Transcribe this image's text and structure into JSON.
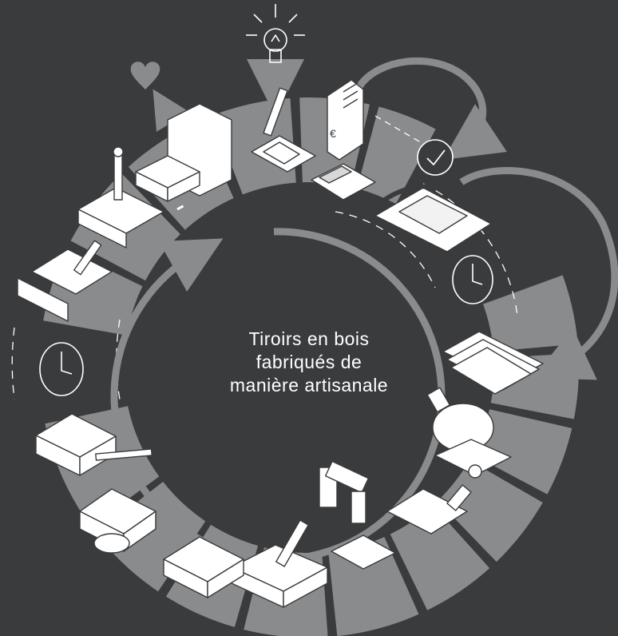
{
  "diagram": {
    "title_lines": [
      "Tiroirs en bois",
      "fabriqués de",
      "manière artisanale"
    ],
    "colors": {
      "background": "#3a3b3d",
      "segment": "#8a8b8c",
      "icon_fill": "#ffffff",
      "icon_stroke": "#3a3b3d",
      "arrow": "#8a8b8c",
      "dashes": "#ffffff"
    },
    "steps": [
      {
        "id": "idea",
        "icon": "lightbulb-icon"
      },
      {
        "id": "design",
        "icon": "drawing-plan-icon"
      },
      {
        "id": "quote",
        "icon": "price-document-icon"
      },
      {
        "id": "approval",
        "icon": "checkmark-icon"
      },
      {
        "id": "order",
        "icon": "telephone-icon"
      },
      {
        "id": "waiting",
        "icon": "clock-icon"
      },
      {
        "id": "material",
        "icon": "wood-planks-icon"
      },
      {
        "id": "sawing",
        "icon": "circular-saw-icon"
      },
      {
        "id": "milling",
        "icon": "router-table-icon"
      },
      {
        "id": "drilling",
        "icon": "drill-press-icon"
      },
      {
        "id": "gluing",
        "icon": "glue-gun-drawer-icon"
      },
      {
        "id": "assembly",
        "icon": "drawer-box-icon"
      },
      {
        "id": "sanding",
        "icon": "sander-drawer-icon"
      },
      {
        "id": "finishing",
        "icon": "paintbrush-drawer-icon"
      },
      {
        "id": "drying",
        "icon": "clock-icon"
      },
      {
        "id": "fitting",
        "icon": "drawer-front-screwdriver-icon"
      },
      {
        "id": "handle",
        "icon": "drawer-handle-icon"
      },
      {
        "id": "delivery",
        "icon": "cabinet-drawer-icon"
      },
      {
        "id": "satisfaction",
        "icon": "heart-icon"
      }
    ]
  }
}
